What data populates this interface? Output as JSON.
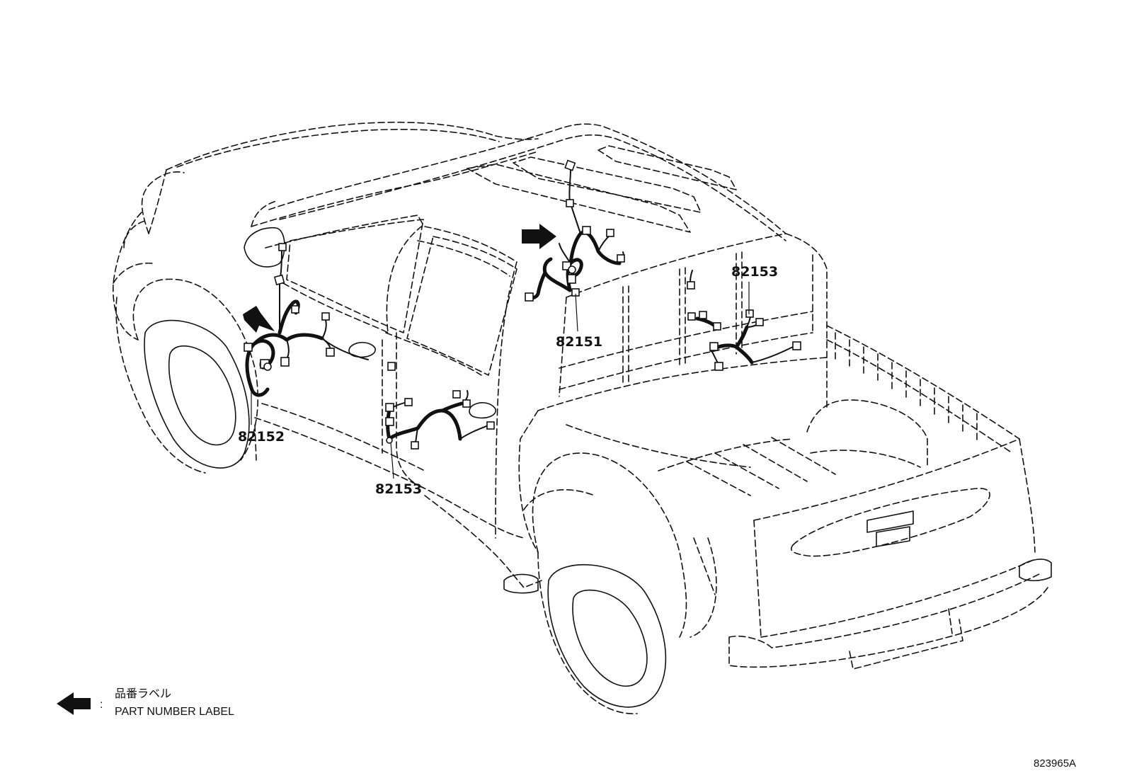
{
  "diagram": {
    "parts": [
      {
        "id": "p82151",
        "number": "82151"
      },
      {
        "id": "p82152",
        "number": "82152"
      },
      {
        "id": "p82153a",
        "number": "82153"
      },
      {
        "id": "p82153b",
        "number": "82153"
      }
    ],
    "legend": {
      "label_jp": "品番ラベル",
      "separator": ":",
      "label_en": "PART NUMBER LABEL",
      "symbol": "left-arrow-icon"
    },
    "figure_ref": "823965A"
  },
  "colors": {
    "line": "#111111",
    "background": "#ffffff"
  }
}
